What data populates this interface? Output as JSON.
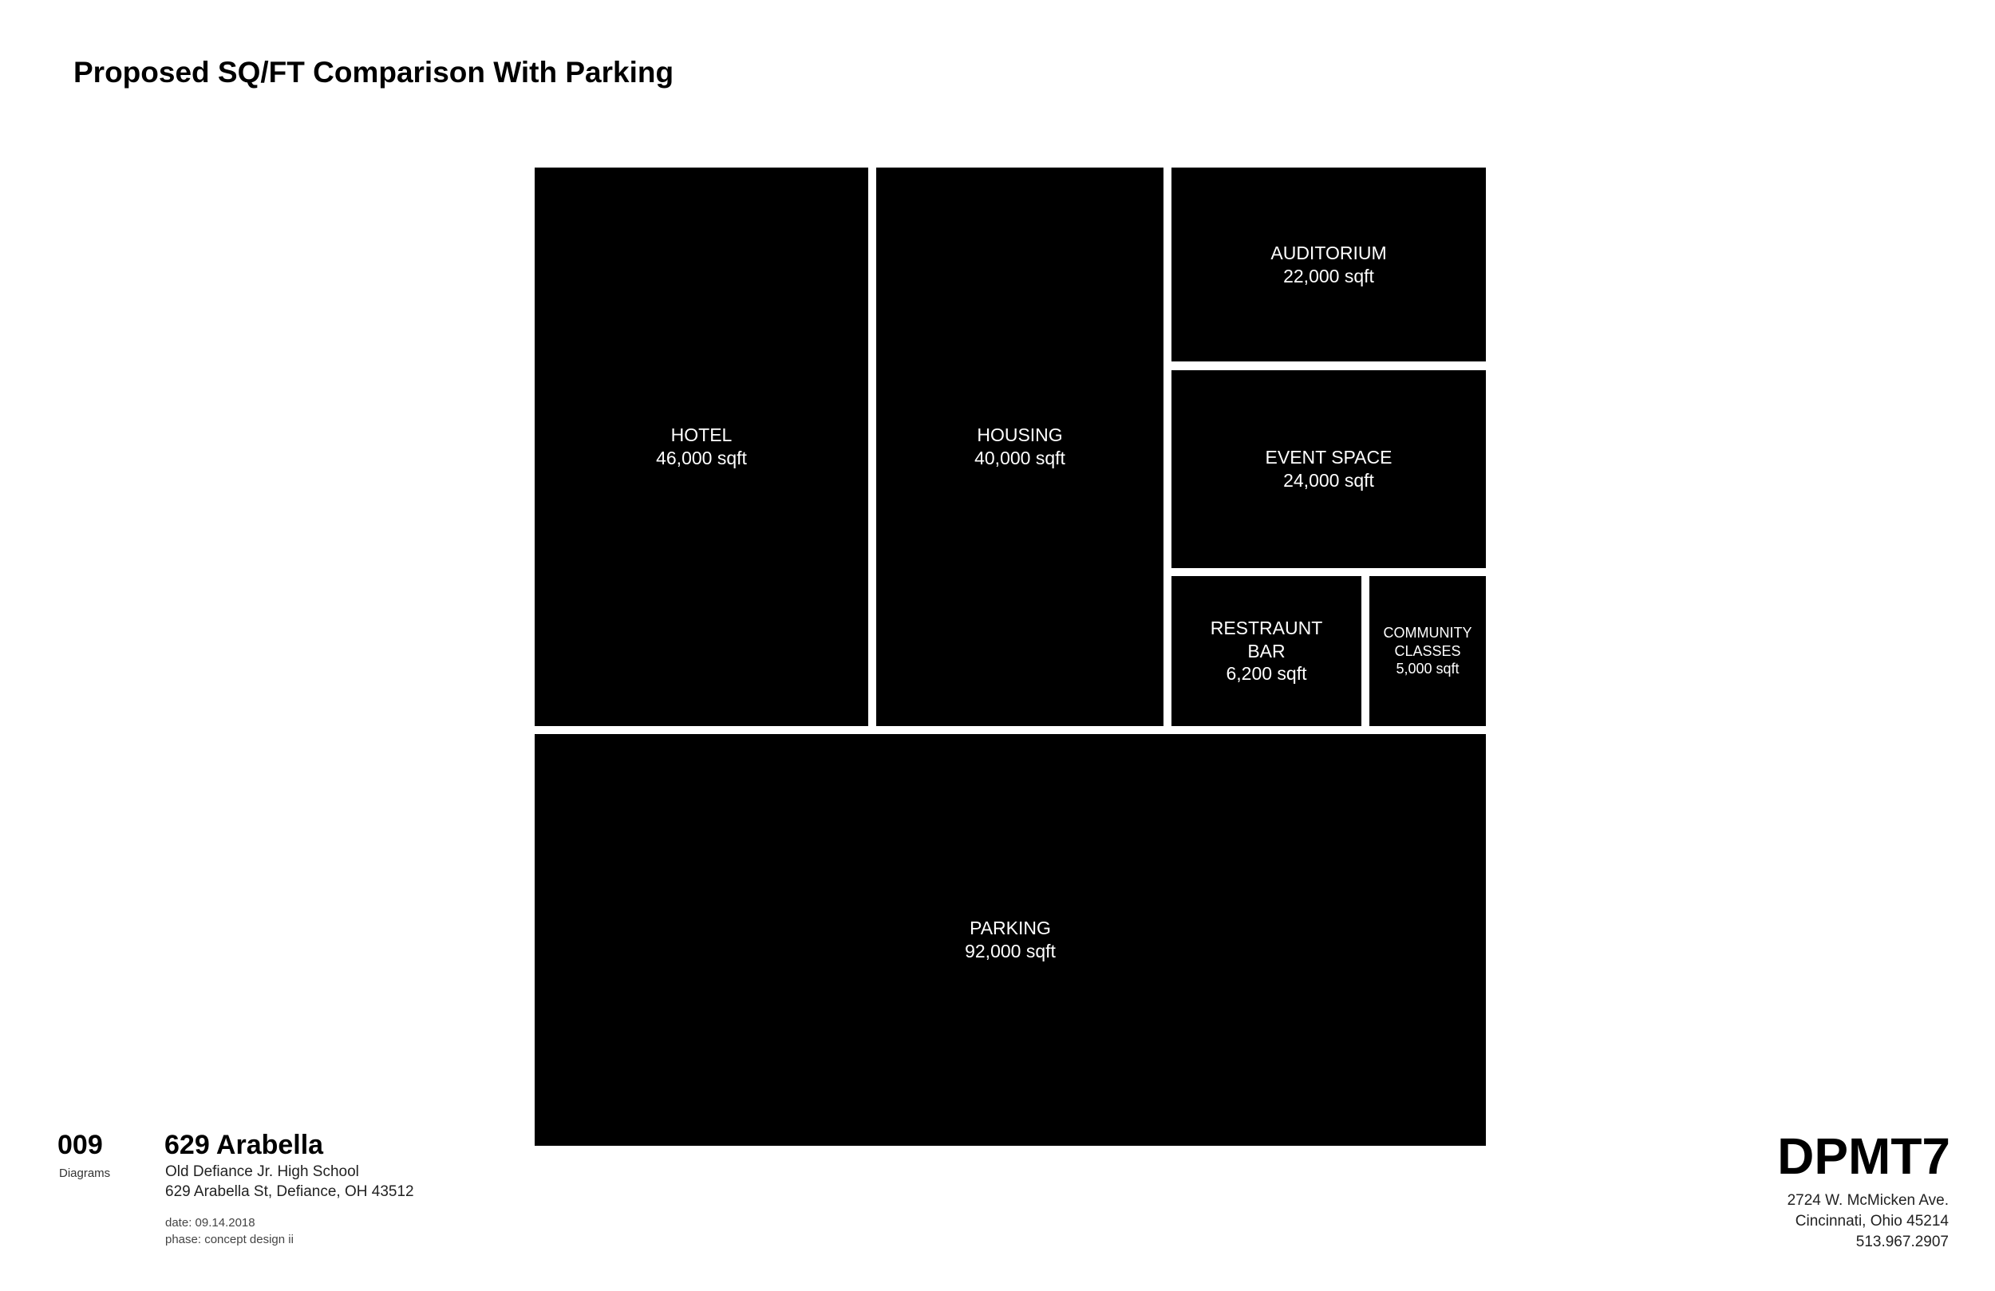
{
  "title": "Proposed SQ/FT Comparison With Parking",
  "blocks": [
    {
      "id": "hotel",
      "name": "HOTEL",
      "area": "46,000 sqft",
      "sqft": 46000
    },
    {
      "id": "housing",
      "name": "HOUSING",
      "area": "40,000 sqft",
      "sqft": 40000
    },
    {
      "id": "auditorium",
      "name": "AUDITORIUM",
      "area": "22,000 sqft",
      "sqft": 22000
    },
    {
      "id": "event-space",
      "name": "EVENT SPACE",
      "area": "24,000 sqft",
      "sqft": 24000
    },
    {
      "id": "restraunt-bar",
      "name": "RESTRAUNT\nBAR",
      "area": "6,200 sqft",
      "sqft": 6200
    },
    {
      "id": "community-classes",
      "name": "COMMUNITY\nCLASSES",
      "area": "5,000 sqft",
      "sqft": 5000
    },
    {
      "id": "parking",
      "name": "PARKING",
      "area": "92,000 sqft",
      "sqft": 92000
    }
  ],
  "sheet": {
    "number": "009",
    "category": "Diagrams"
  },
  "project": {
    "name": "629 Arabella",
    "subtitle": "Old Defiance Jr. High School",
    "address": "629 Arabella St, Defiance, OH 43512",
    "date": "date: 09.14.2018",
    "phase": "phase: concept design ii"
  },
  "firm": {
    "logo": "DPMT7",
    "street": "2724 W. McMicken Ave.",
    "city": "Cincinnati, Ohio 45214",
    "phone": "513.967.2907"
  }
}
